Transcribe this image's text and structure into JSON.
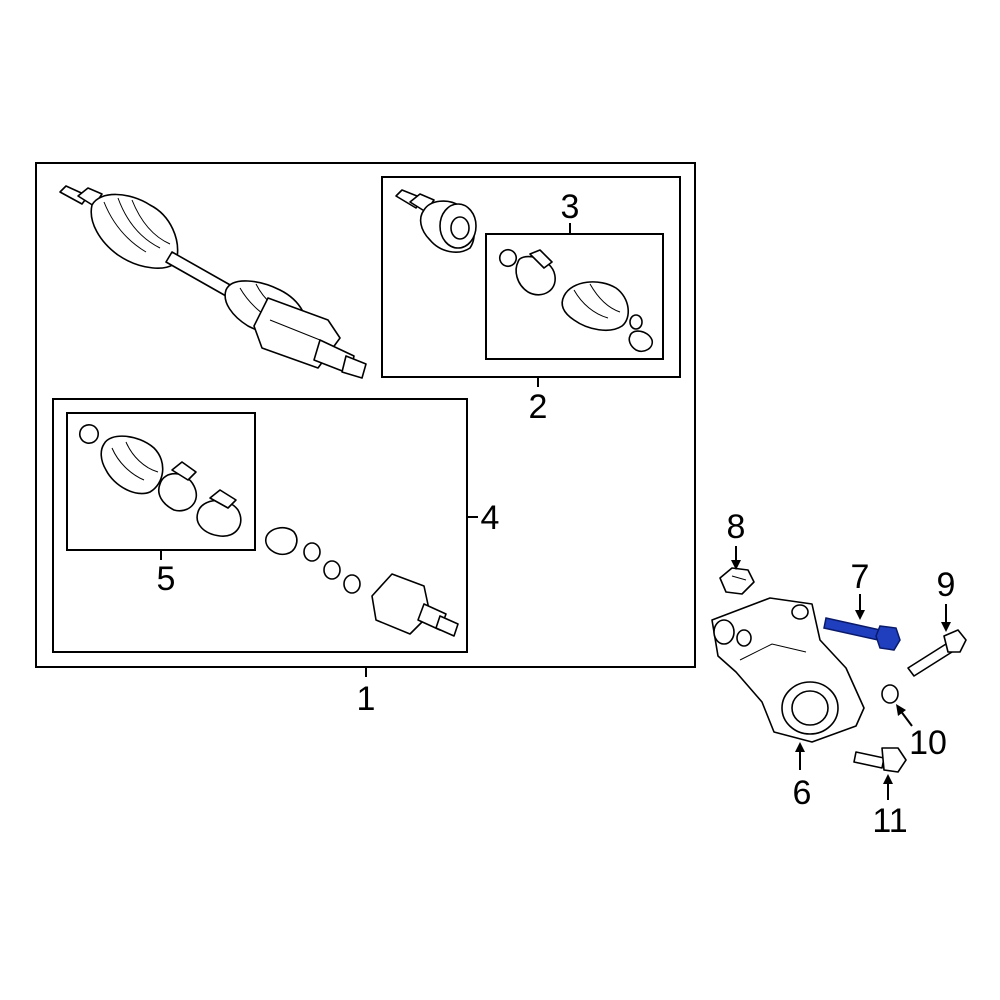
{
  "callouts": {
    "c1": "1",
    "c2": "2",
    "c3": "3",
    "c4": "4",
    "c5": "5",
    "c6": "6",
    "c7": "7",
    "c8": "8",
    "c9": "9",
    "c10": "10",
    "c11": "11"
  },
  "colors": {
    "highlight": "#1f3fbf",
    "line": "#000000",
    "background": "#ffffff"
  }
}
